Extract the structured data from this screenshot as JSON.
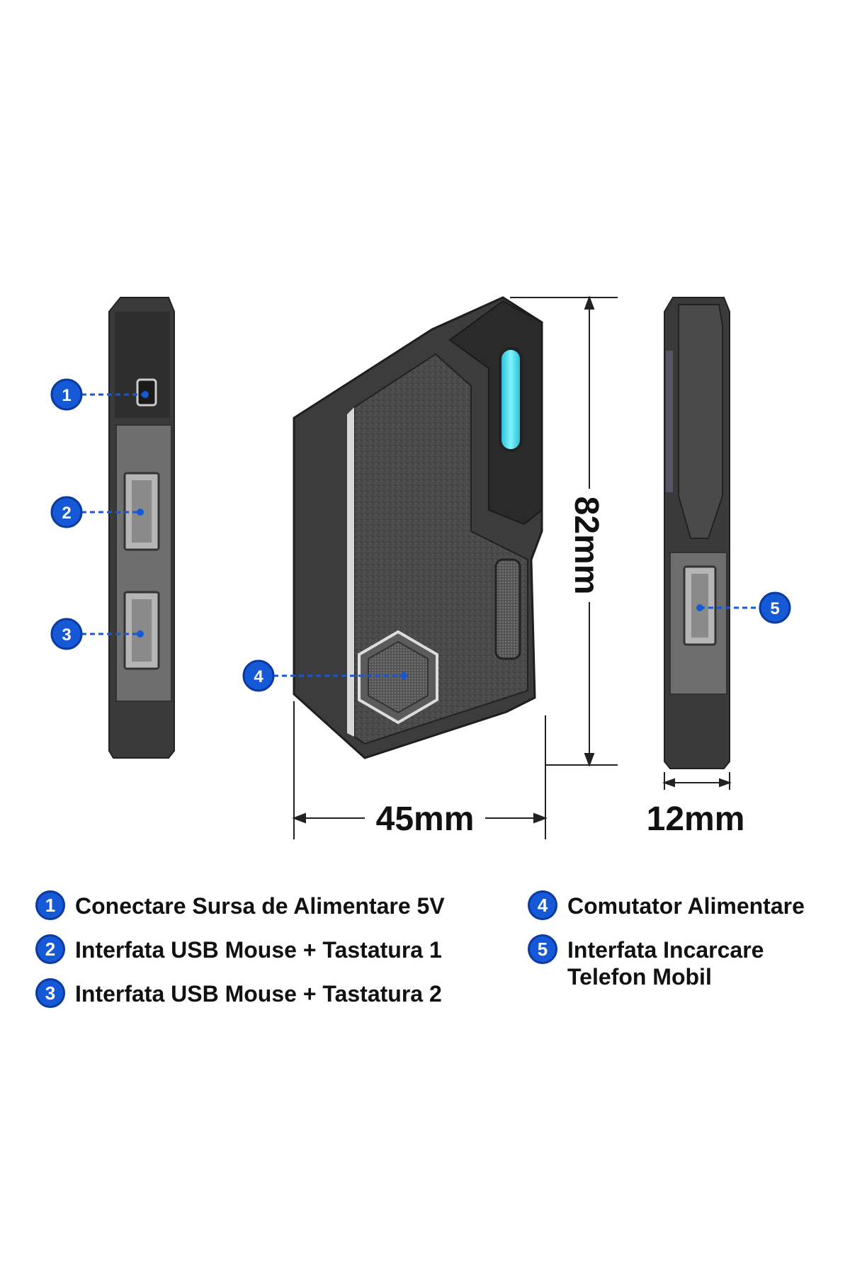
{
  "dimensions": {
    "height": "82mm",
    "width": "45mm",
    "thickness": "12mm"
  },
  "callouts": [
    "1",
    "2",
    "3",
    "4",
    "5"
  ],
  "legend": [
    {
      "number": "1",
      "text": "Conectare Sursa de Alimentare 5V"
    },
    {
      "number": "2",
      "text": "Interfata USB Mouse + Tastatura 1"
    },
    {
      "number": "3",
      "text": "Interfata USB Mouse + Tastatura 2"
    },
    {
      "number": "4",
      "text": "Comutator Alimentare"
    },
    {
      "number": "5",
      "text": "Interfata Incarcare\nTelefon Mobil"
    }
  ],
  "colors": {
    "accent": "#1559d6",
    "led": "#3fe0f0",
    "body_dark": "#3a3a3a",
    "body_mid": "#6b6b6b"
  }
}
